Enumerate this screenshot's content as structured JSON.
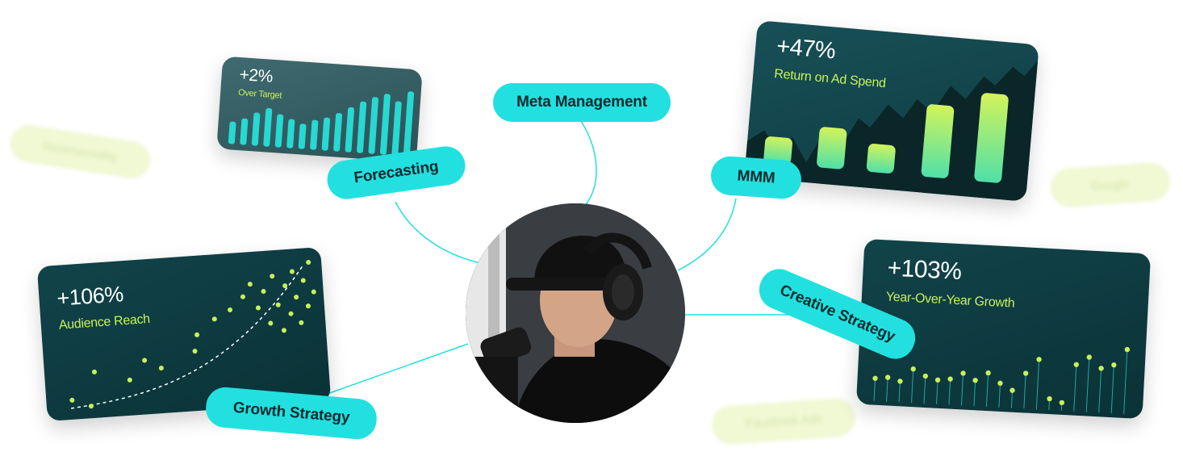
{
  "pills": {
    "meta": "Meta Management",
    "forecasting": "Forecasting",
    "mmm": "MMM",
    "creative": "Creative Strategy",
    "growth": "Growth Strategy"
  },
  "ghost_pills": {
    "left": "Incrementality",
    "right": "Google",
    "bottom": "Facebook Ads"
  },
  "cards": {
    "forecast": {
      "stat": "+2%",
      "label": "Over Target",
      "bars": [
        0.34,
        0.4,
        0.5,
        0.58,
        0.5,
        0.44,
        0.38,
        0.45,
        0.5,
        0.58,
        0.68,
        0.78,
        0.86,
        0.92,
        0.82,
        0.98
      ]
    },
    "roas": {
      "stat": "+47%",
      "label": "Return on Ad Spend",
      "bars": [
        0.3,
        0.46,
        0.32,
        0.82,
        1.0
      ]
    },
    "reach": {
      "stat": "+106%",
      "label": "Audience Reach"
    },
    "yoy": {
      "stat": "+103%",
      "label": "Year-Over-Year Growth",
      "lollipops": [
        0.28,
        0.3,
        0.26,
        0.42,
        0.34,
        0.3,
        0.32,
        0.4,
        0.32,
        0.42,
        0.3,
        0.22,
        0.44,
        0.62,
        0.14,
        0.1,
        0.58,
        0.68,
        0.55,
        0.6,
        0.8
      ]
    }
  },
  "colors": {
    "accent": "#22e0e0",
    "lime": "#c9f05a",
    "card": "#0d3a3f"
  }
}
